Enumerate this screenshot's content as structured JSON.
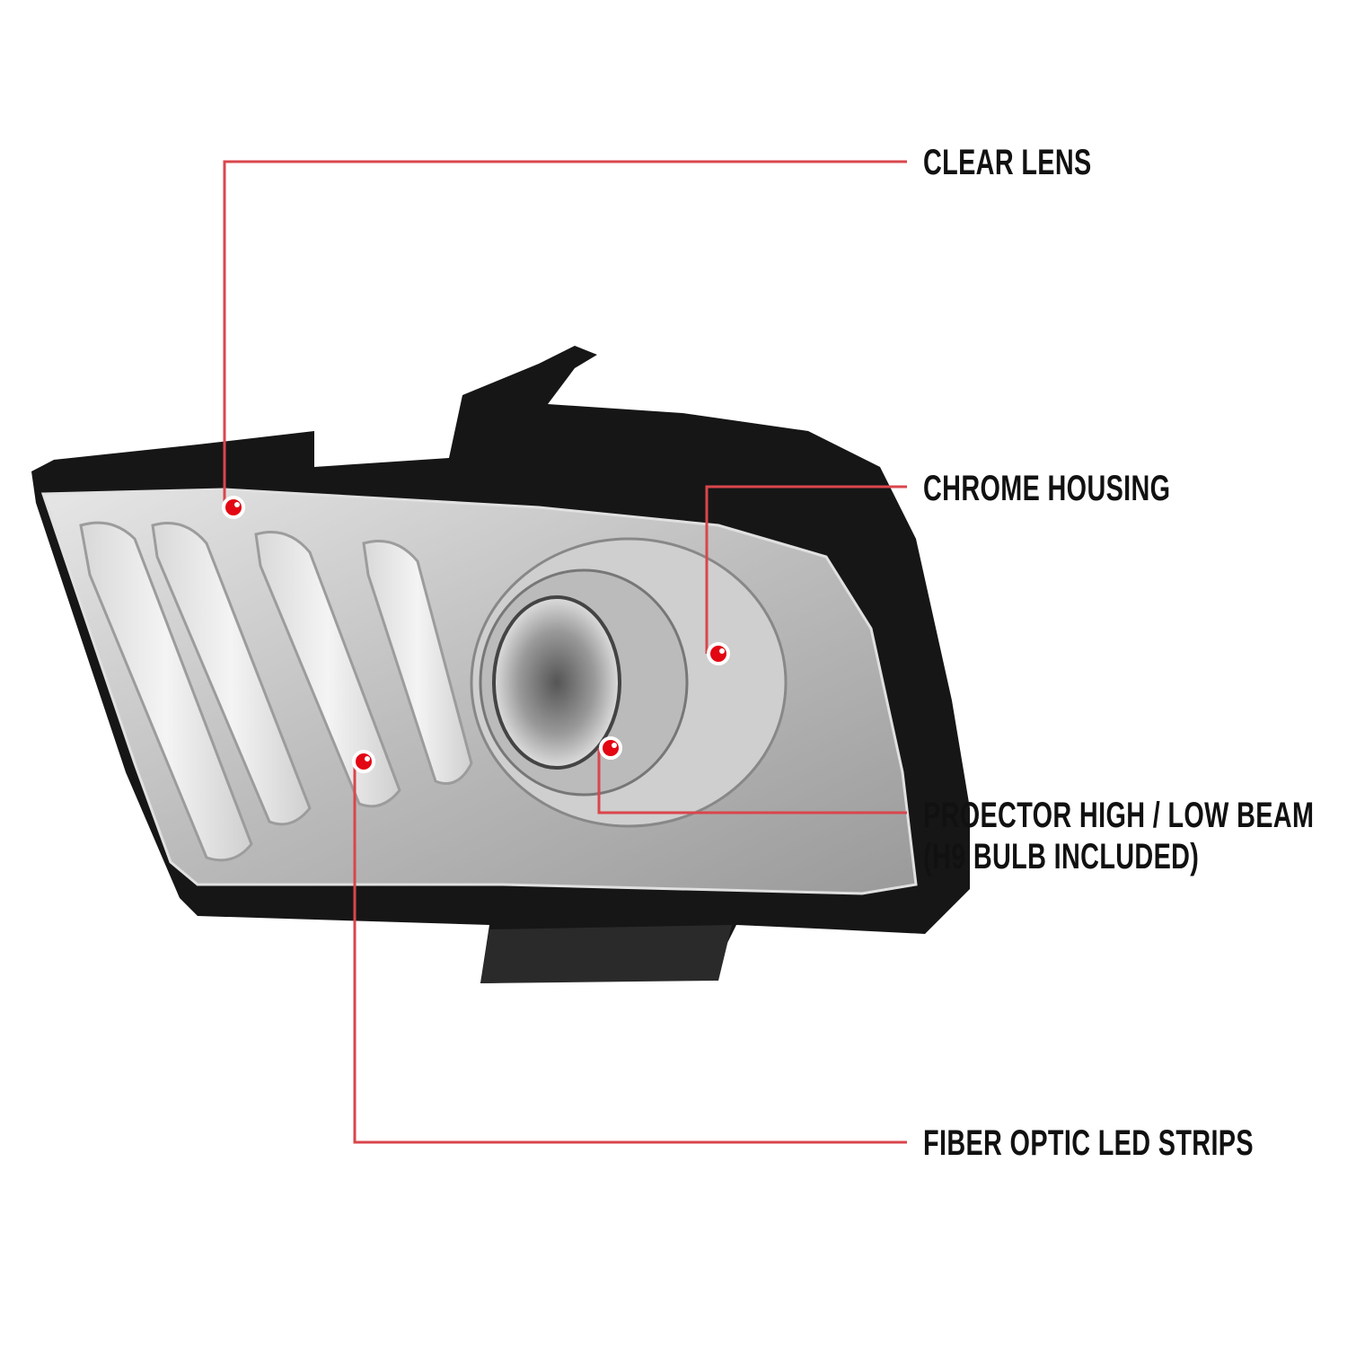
{
  "callouts": [
    {
      "id": "clear-lens",
      "text": "CLEAR LENS"
    },
    {
      "id": "chrome-housing",
      "text": "CHROME HOUSING"
    },
    {
      "id": "projector",
      "text": "PROECTOR HIGH / LOW BEAM",
      "text2": "(H9 BULB INCLUDED)"
    },
    {
      "id": "fiber-optic",
      "text": "FIBER OPTIC LED STRIPS"
    }
  ],
  "colors": {
    "callout_line": "#d9464c",
    "dot": "#e30613",
    "housing": "#161616",
    "lens": "#cfcfcf"
  }
}
